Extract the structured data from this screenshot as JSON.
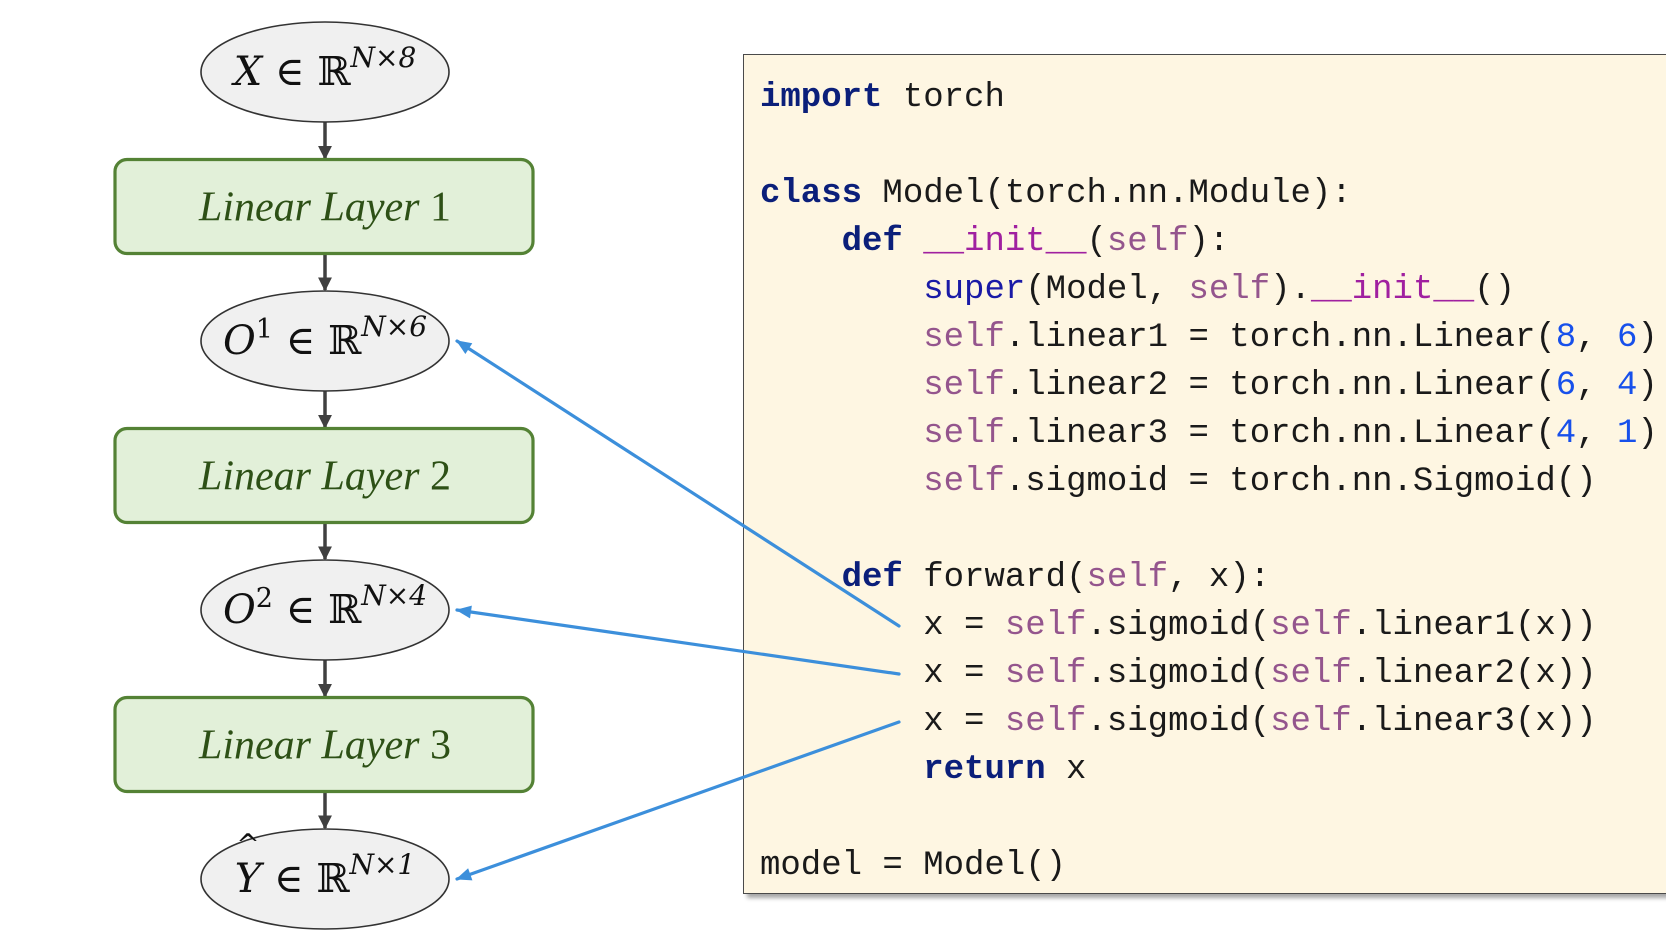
{
  "flow": {
    "nodes": [
      {
        "id": "input",
        "kind": "data",
        "base": "X",
        "hat": false,
        "sup": "",
        "dim": "N×8"
      },
      {
        "id": "linear1",
        "kind": "layer",
        "label": "Linear Layer",
        "num": "1"
      },
      {
        "id": "out1",
        "kind": "data",
        "base": "O",
        "hat": false,
        "sup": "1",
        "dim": "N×6"
      },
      {
        "id": "linear2",
        "kind": "layer",
        "label": "Linear Layer",
        "num": "2"
      },
      {
        "id": "out2",
        "kind": "data",
        "base": "O",
        "hat": false,
        "sup": "2",
        "dim": "N×4"
      },
      {
        "id": "linear3",
        "kind": "layer",
        "label": "Linear Layer",
        "num": "3"
      },
      {
        "id": "output",
        "kind": "data",
        "base": "Y",
        "hat": true,
        "sup": "",
        "dim": "N×1"
      }
    ],
    "set_symbol": "∈",
    "field_symbol": "ℝ",
    "hat_symbol": "^"
  },
  "code": {
    "lines": [
      [
        {
          "t": "import",
          "c": "kw"
        },
        {
          "t": " torch"
        }
      ],
      [],
      [
        {
          "t": "class",
          "c": "kw"
        },
        {
          "t": " Model(torch.nn.Module):"
        }
      ],
      [
        {
          "t": "    "
        },
        {
          "t": "def",
          "c": "kw"
        },
        {
          "t": " "
        },
        {
          "t": "__init__",
          "c": "dn"
        },
        {
          "t": "("
        },
        {
          "t": "self",
          "c": "sf"
        },
        {
          "t": "):"
        }
      ],
      [
        {
          "t": "        "
        },
        {
          "t": "super",
          "c": "bi"
        },
        {
          "t": "(Model, "
        },
        {
          "t": "self",
          "c": "sf"
        },
        {
          "t": ")."
        },
        {
          "t": "__init__",
          "c": "dn"
        },
        {
          "t": "()"
        }
      ],
      [
        {
          "t": "        "
        },
        {
          "t": "self",
          "c": "sf"
        },
        {
          "t": ".linear1 = torch.nn.Linear("
        },
        {
          "t": "8",
          "c": "num"
        },
        {
          "t": ", "
        },
        {
          "t": "6",
          "c": "num"
        },
        {
          "t": ")"
        }
      ],
      [
        {
          "t": "        "
        },
        {
          "t": "self",
          "c": "sf"
        },
        {
          "t": ".linear2 = torch.nn.Linear("
        },
        {
          "t": "6",
          "c": "num"
        },
        {
          "t": ", "
        },
        {
          "t": "4",
          "c": "num"
        },
        {
          "t": ")"
        }
      ],
      [
        {
          "t": "        "
        },
        {
          "t": "self",
          "c": "sf"
        },
        {
          "t": ".linear3 = torch.nn.Linear("
        },
        {
          "t": "4",
          "c": "num"
        },
        {
          "t": ", "
        },
        {
          "t": "1",
          "c": "num"
        },
        {
          "t": ")"
        }
      ],
      [
        {
          "t": "        "
        },
        {
          "t": "self",
          "c": "sf"
        },
        {
          "t": ".sigmoid = torch.nn.Sigmoid()"
        }
      ],
      [],
      [
        {
          "t": "    "
        },
        {
          "t": "def",
          "c": "kw"
        },
        {
          "t": " forward("
        },
        {
          "t": "self",
          "c": "sf"
        },
        {
          "t": ", x):"
        }
      ],
      [
        {
          "t": "        x = "
        },
        {
          "t": "self",
          "c": "sf"
        },
        {
          "t": ".sigmoid("
        },
        {
          "t": "self",
          "c": "sf"
        },
        {
          "t": ".linear1(x))"
        }
      ],
      [
        {
          "t": "        x = "
        },
        {
          "t": "self",
          "c": "sf"
        },
        {
          "t": ".sigmoid("
        },
        {
          "t": "self",
          "c": "sf"
        },
        {
          "t": ".linear2(x))"
        }
      ],
      [
        {
          "t": "        x = "
        },
        {
          "t": "self",
          "c": "sf"
        },
        {
          "t": ".sigmoid("
        },
        {
          "t": "self",
          "c": "sf"
        },
        {
          "t": ".linear3(x))"
        }
      ],
      [
        {
          "t": "        "
        },
        {
          "t": "return",
          "c": "kw"
        },
        {
          "t": " x"
        }
      ],
      [],
      [
        {
          "t": "model = Model()"
        }
      ]
    ]
  },
  "connectors": [
    {
      "from_line": 11,
      "to_node": "out1"
    },
    {
      "from_line": 12,
      "to_node": "out2"
    },
    {
      "from_line": 13,
      "to_node": "output"
    }
  ],
  "colors": {
    "data_fill": "#f0f0f0",
    "data_stroke": "#333333",
    "layer_fill": "#e2f0d9",
    "layer_stroke": "#548235",
    "layer_text": "#2d5016",
    "flow_arrow": "#404040",
    "connector": "#3c8fdb",
    "code_bg": "#fef6e2"
  }
}
